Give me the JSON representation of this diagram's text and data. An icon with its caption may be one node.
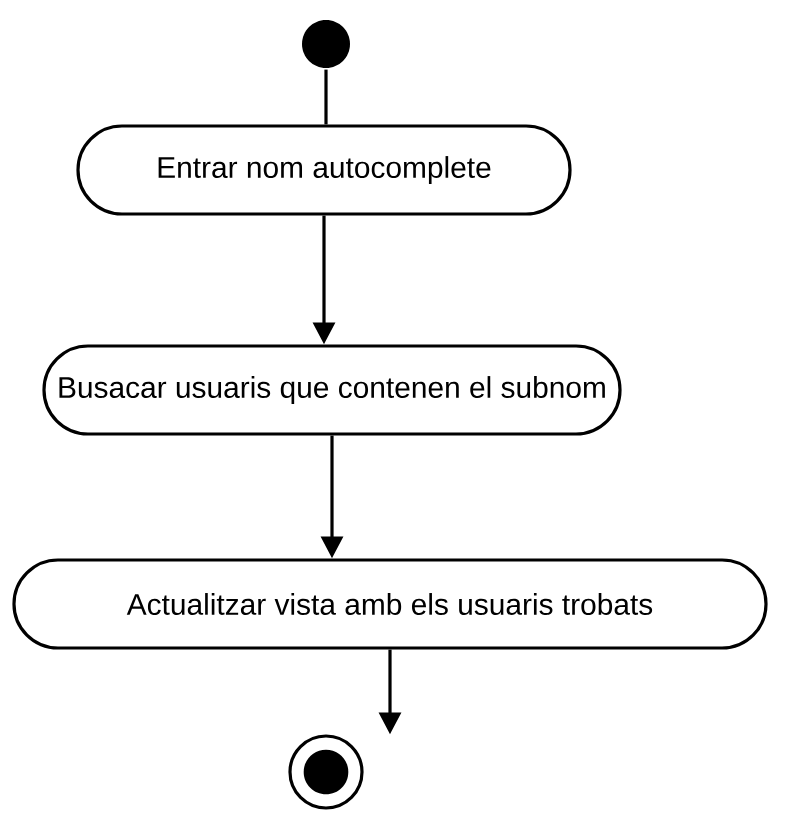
{
  "diagram": {
    "nodes": [
      {
        "text": [],
        "shape": "circle"
      },
      {
        "text": [
          "Entrar nom autocomplete"
        ]
      },
      {
        "text": [
          "Busacar usuaris que contenen el subnom"
        ]
      },
      {
        "text": [
          "Actualitzar vista amb els usuaris trobats"
        ]
      },
      {
        "text": [],
        "shape": "circle"
      }
    ],
    "edges": [
      {
        "from": 0,
        "to": 1,
        "arrow": "none"
      },
      {
        "from": 1,
        "to": 2,
        "arrow": "to"
      },
      {
        "from": 2,
        "to": 3,
        "arrow": "to"
      },
      {
        "from": 3,
        "to": 4,
        "arrow": "to"
      }
    ]
  }
}
